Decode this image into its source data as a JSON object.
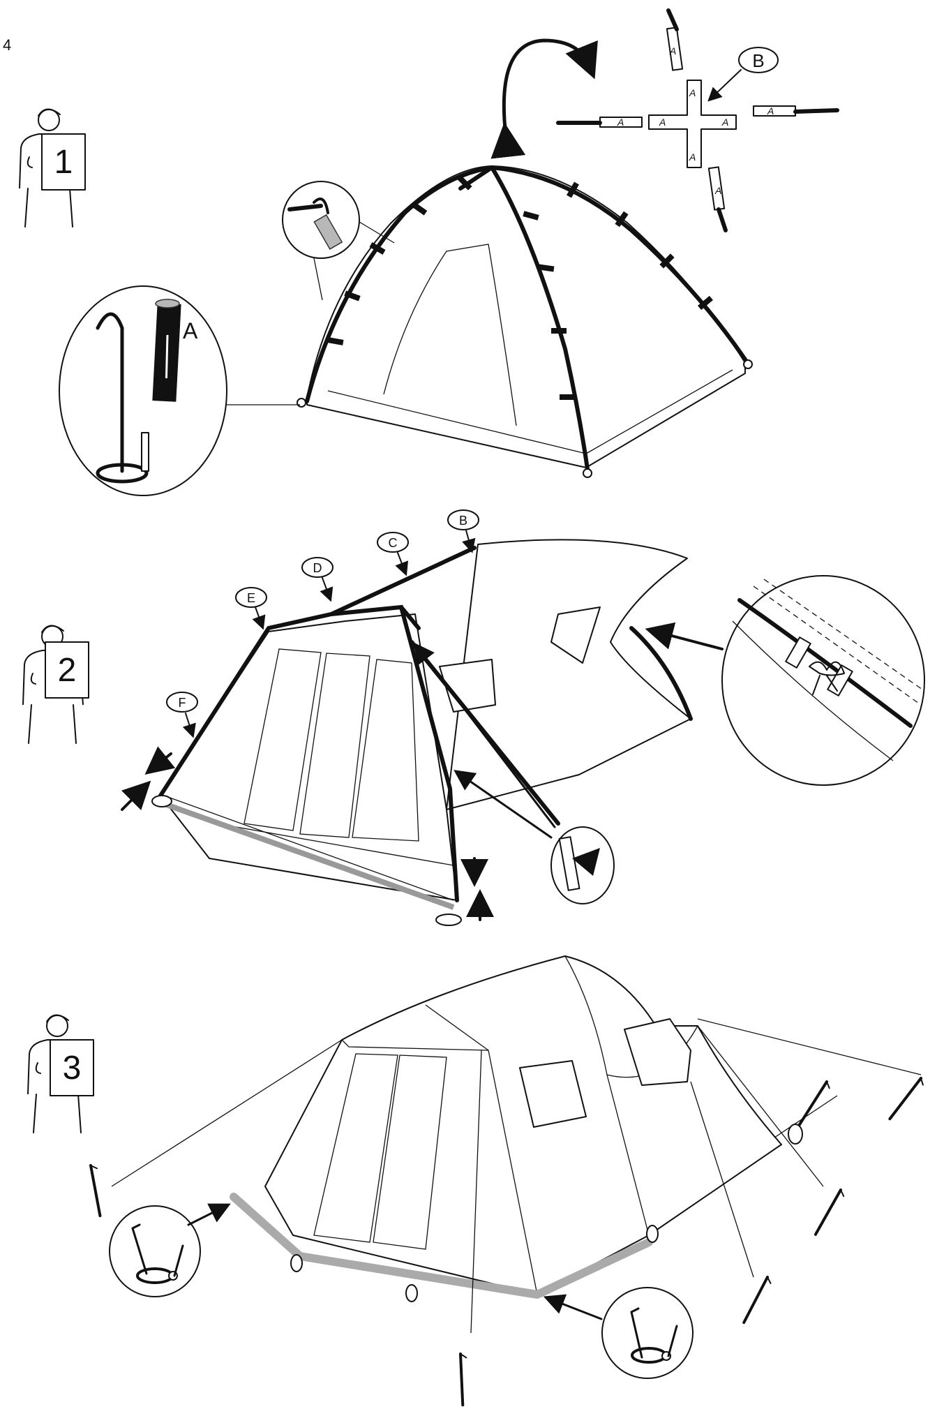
{
  "page_number": "4",
  "steps": [
    {
      "number": "1"
    },
    {
      "number": "2"
    },
    {
      "number": "3"
    }
  ],
  "callouts": {
    "hub": "B",
    "pin": "A",
    "hub_pole_labels": [
      "A",
      "A",
      "A",
      "A",
      "A",
      "A",
      "A",
      "A"
    ],
    "frame_labels": [
      "B",
      "C",
      "D",
      "E",
      "F"
    ]
  },
  "icons": [
    "person-holding-sign-icon",
    "curved-arrow-icon",
    "stake-icon",
    "magnifier-circle-icon"
  ]
}
